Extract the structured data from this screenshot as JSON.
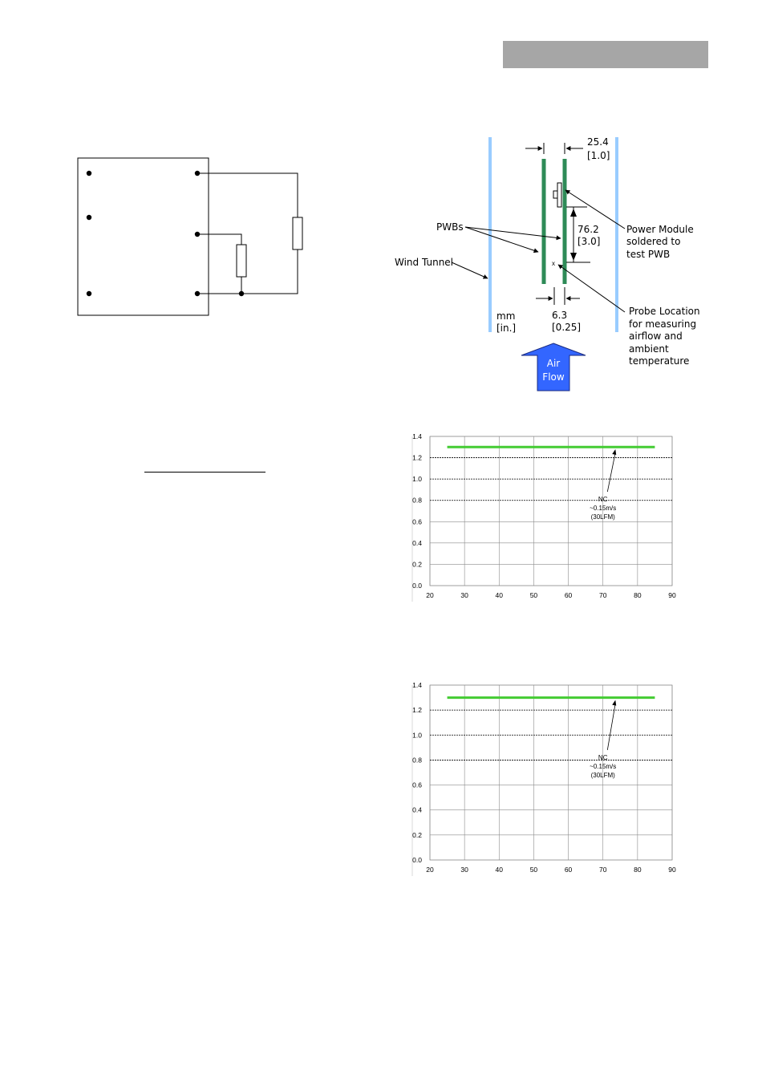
{
  "colors": {
    "header_bar": "#a6a6a6",
    "wind_tunnel": "#99ccff",
    "pwb": "#2e8b57",
    "air_flow_arrow": "#3366ff",
    "derating_curve": "#44cc33"
  },
  "airflow_diagram": {
    "spacing_mm": "25.4",
    "spacing_in": "[1.0]",
    "height_mm": "76.2",
    "height_in": "[3.0]",
    "probe_offset_mm": "6.3",
    "probe_offset_in": "[0.25]",
    "units_line1": "mm",
    "units_line2": "[in.]",
    "pwbs_label": "PWBs",
    "wind_tunnel_label": "Wind Tunnel",
    "power_module_label": [
      "Power Module",
      "soldered to",
      "test PWB"
    ],
    "probe_label": [
      "Probe Location",
      "for measuring",
      "airflow and",
      "ambient",
      "temperature"
    ],
    "probe_marker": "x",
    "air_flow_label": [
      "Air",
      "Flow"
    ]
  },
  "chart_data": [
    {
      "type": "line",
      "x_ticks": [
        "20",
        "30",
        "40",
        "50",
        "60",
        "70",
        "80",
        "90"
      ],
      "y_ticks": [
        "0.0",
        "0.2",
        "0.4",
        "0.6",
        "0.8",
        "1.0",
        "1.2",
        "1.4"
      ],
      "xlim": [
        20,
        90
      ],
      "ylim": [
        0,
        1.4
      ],
      "grid": true,
      "series": [
        {
          "name": "NC ~0.15m/s (30LFM)",
          "x": [
            25,
            85
          ],
          "y": [
            1.3,
            1.3
          ]
        }
      ],
      "annotation": [
        "NC",
        "~0.15m/s",
        "(30LFM)"
      ]
    },
    {
      "type": "line",
      "x_ticks": [
        "20",
        "30",
        "40",
        "50",
        "60",
        "70",
        "80",
        "90"
      ],
      "y_ticks": [
        "0.0",
        "0.2",
        "0.4",
        "0.6",
        "0.8",
        "1.0",
        "1.2",
        "1.4"
      ],
      "xlim": [
        20,
        90
      ],
      "ylim": [
        0,
        1.4
      ],
      "grid": true,
      "series": [
        {
          "name": "NC ~0.15m/s (30LFM)",
          "x": [
            25,
            85
          ],
          "y": [
            1.3,
            1.3
          ]
        }
      ],
      "annotation": [
        "NC",
        "~0.15m/s",
        "(30LFM)"
      ]
    }
  ]
}
